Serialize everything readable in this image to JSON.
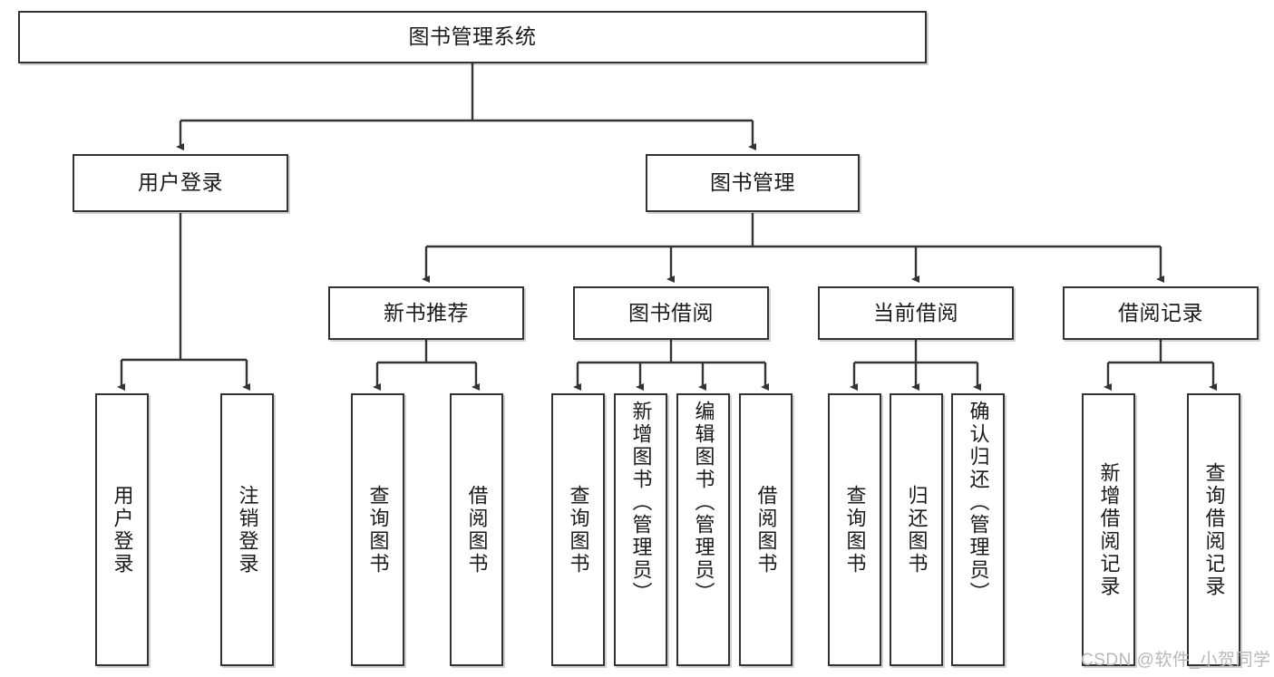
{
  "diagram": {
    "type": "tree-hierarchy-chart",
    "title": "图书管理系统",
    "line_color": "#333333",
    "box_fill": "#ffffff",
    "levels": {
      "root": {
        "label": "图书管理系统"
      },
      "level2": [
        {
          "id": "user-login",
          "label": "用户登录"
        },
        {
          "id": "book-management",
          "label": "图书管理"
        }
      ],
      "level3": [
        {
          "id": "new-book-recommend",
          "label": "新书推荐"
        },
        {
          "id": "book-borrow",
          "label": "图书借阅"
        },
        {
          "id": "current-borrow",
          "label": "当前借阅"
        },
        {
          "id": "borrow-record",
          "label": "借阅记录"
        }
      ],
      "leaves": [
        {
          "id": "leaf-user-login",
          "label": "用户登录",
          "parent": "user-login"
        },
        {
          "id": "leaf-logout",
          "label": "注销登录",
          "parent": "user-login"
        },
        {
          "id": "leaf-query-book-1",
          "label": "查询图书",
          "parent": "new-book-recommend"
        },
        {
          "id": "leaf-borrow-book-1",
          "label": "借阅图书",
          "parent": "new-book-recommend"
        },
        {
          "id": "leaf-query-book-2",
          "label": "查询图书",
          "parent": "book-borrow"
        },
        {
          "id": "leaf-add-book",
          "label": "新增图书（管理员）",
          "parent": "book-borrow"
        },
        {
          "id": "leaf-edit-book",
          "label": "编辑图书（管理员）",
          "parent": "book-borrow"
        },
        {
          "id": "leaf-borrow-book-2",
          "label": "借阅图书",
          "parent": "book-borrow"
        },
        {
          "id": "leaf-query-book-3",
          "label": "查询图书",
          "parent": "current-borrow"
        },
        {
          "id": "leaf-return-book",
          "label": "归还图书",
          "parent": "current-borrow"
        },
        {
          "id": "leaf-confirm-return",
          "label": "确认归还（管理员）",
          "parent": "current-borrow"
        },
        {
          "id": "leaf-add-record",
          "label": "新增借阅记录",
          "parent": "borrow-record"
        },
        {
          "id": "leaf-query-record",
          "label": "查询借阅记录",
          "parent": "borrow-record"
        }
      ]
    }
  },
  "watermark": {
    "text": "CSDN @软件_小贺同学"
  }
}
